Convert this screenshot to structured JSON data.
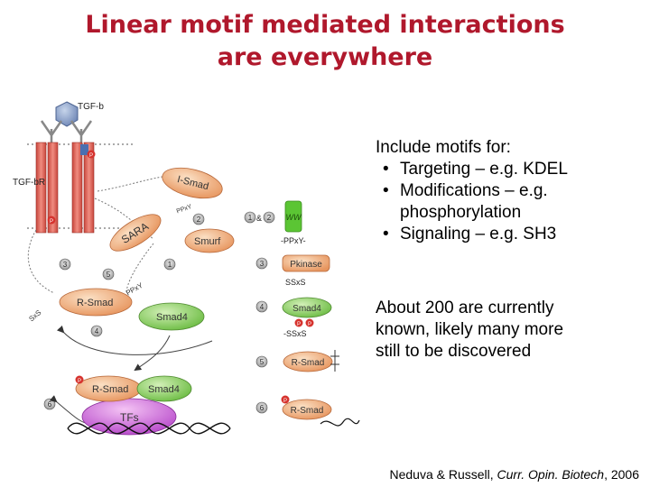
{
  "title": {
    "line1": "Linear motif mediated interactions",
    "line2": "are everywhere"
  },
  "diagram": {
    "labels": {
      "tgfb": "TGF-b",
      "tgfbr": "TGF-bR",
      "ismad": "I-Smad",
      "ppxy_a": "PPxY",
      "sara": "SARA",
      "smurf": "Smurf",
      "rsmad": "R-Smad",
      "smad4": "Smad4",
      "ppxy_b": "PPxY",
      "sxs": "SxS",
      "rsmad2": "R-Smad",
      "smad4_2": "Smad4",
      "tfs": "TFs",
      "phospho": "P",
      "n1": "1",
      "n2": "2",
      "n3": "3",
      "n4": "4",
      "n5": "5",
      "n6": "6",
      "amp": "&",
      "ww": "WW",
      "ppxy_motif": "-PPxY-",
      "pkinase": "Pkinase",
      "ssxs": "SSxS",
      "smad4_3": "Smad4",
      "ssxs2": "-SSxS",
      "rsmad3": "R-Smad",
      "rsmad4": "R-Smad"
    }
  },
  "text": {
    "heading": "Include motifs for:",
    "bullets": [
      "Targeting – e.g. KDEL",
      "Modifications – e.g.",
      "phosphorylation",
      "Signaling – e.g. SH3"
    ],
    "para_lines": [
      "About 200 are currently",
      "known, likely many more",
      "still to be discovered"
    ]
  },
  "citation": {
    "authors": "Neduva & Russell, ",
    "journal": "Curr. Opin. Biotech",
    "year": ", 2006"
  }
}
